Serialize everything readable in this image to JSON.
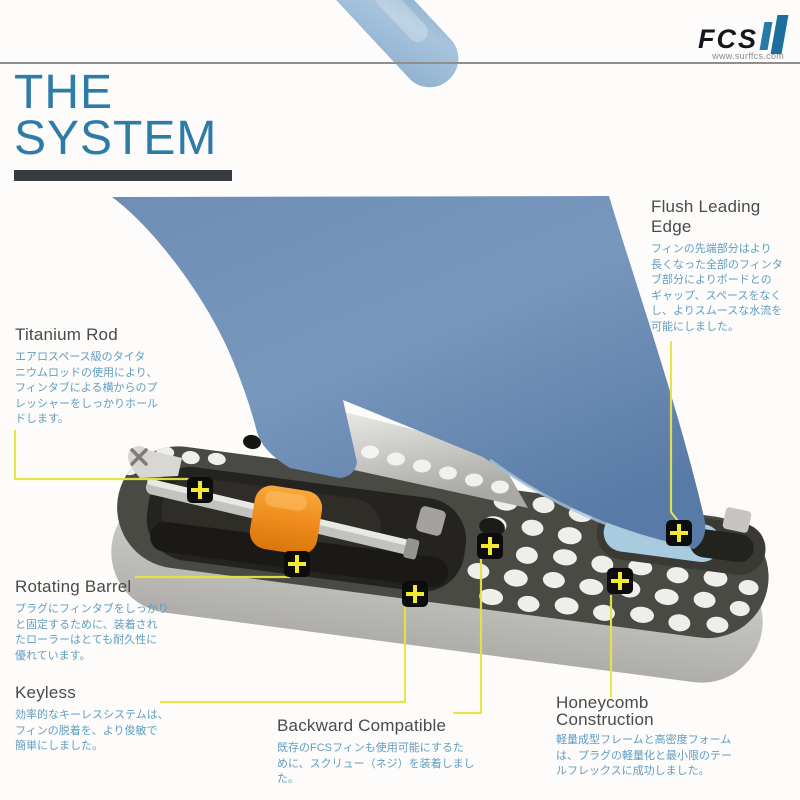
{
  "brand": {
    "name": "FCS",
    "website": "www.surffcs.com"
  },
  "title": {
    "text": "THE\nSYSTEM"
  },
  "annotations": {
    "flush_leading_edge": {
      "heading": "Flush Leading\nEdge",
      "body": "フィンの先端部分はより\n長くなった全部のフィンタ\nブ部分によりボードとの\nギャップ、スペースをなく\nし、よりスムースな水流を\n可能にしました。"
    },
    "titanium_rod": {
      "heading": "Titanium Rod",
      "body": "エアロスペース級のタイタ\nニウムロッドの使用により、\nフィンタブによる横からのプ\nレッシャーをしっかりホール\nドします。"
    },
    "rotating_barrel": {
      "heading": "Rotating Barrel",
      "body": "プラグにフィンタブをしっかり\nと固定するために、装着され\nたローラーはとても耐久性に\n優れています。"
    },
    "keyless": {
      "heading": "Keyless",
      "body": "効率的なキーレスシステムは、\nフィンの脱着を、より俊敏で\n簡単にしました。"
    },
    "backward_compatible": {
      "heading": "Backward Compatible",
      "body": "既存のFCSフィンも使用可能にするた\nめに、スクリュー（ネジ）を装着しました。"
    },
    "honeycomb_construction": {
      "heading": "Honeycomb\nConstruction",
      "body": "軽量成型フレームと高密度フォーム\nは、プラグの軽量化と最小限のテー\nルフレックスに成功しました。"
    }
  },
  "colors": {
    "title_blue": "#2d7ba8",
    "body_text_blue": "#5e9dc2",
    "accent_yellow": "#f2e930",
    "fin_blue": "#6f8eb6",
    "barrel_orange": "#ef8c1c",
    "plug_dark_gray": "#4a4a45"
  }
}
